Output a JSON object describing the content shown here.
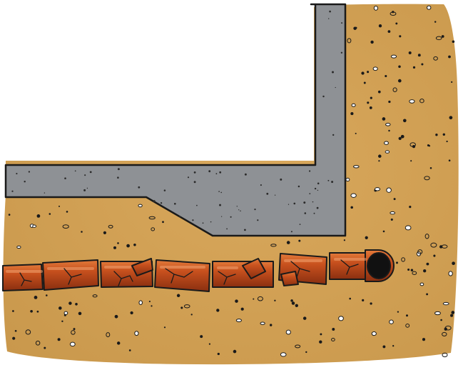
{
  "illustration": {
    "subject": "",
    "colors": {
      "background": "#ffffff",
      "soil": "#d9a85c",
      "soil_edge": "#c8974b",
      "concrete": "#8e9195",
      "outline": "#1a1a1a",
      "pipe": "#c8511e",
      "pipe_highlight": "#e27a3a",
      "pipe_shadow": "#8a2f10",
      "pipe_opening": "#111111"
    },
    "icons": [
      "soil-layer",
      "concrete-foundation",
      "cracked-clay-sewer-pipe",
      "pipe-opening"
    ]
  }
}
